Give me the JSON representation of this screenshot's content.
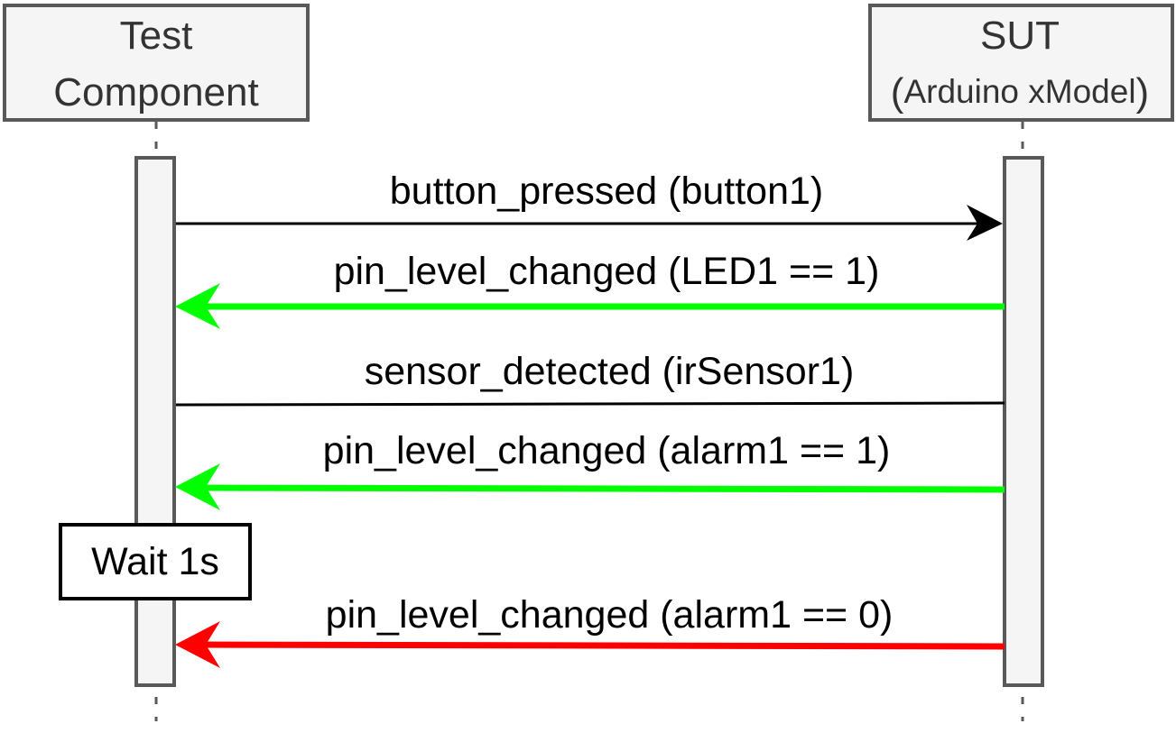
{
  "participants": {
    "left": {
      "line1": "Test",
      "line2": "Component"
    },
    "right": {
      "line1": "SUT",
      "line2_paren_open": "(",
      "line2": "Arduino xModel",
      "line2_paren_close": ")"
    }
  },
  "messages": [
    {
      "label": "button_pressed (button1)",
      "direction": "right",
      "color": "#000000"
    },
    {
      "label": "pin_level_changed (LED1 == 1)",
      "direction": "left",
      "color": "#00ff00"
    },
    {
      "label": "sensor_detected (irSensor1)",
      "direction": "none",
      "color": "#000000"
    },
    {
      "label": "pin_level_changed (alarm1 == 1)",
      "direction": "left",
      "color": "#00ff00"
    },
    {
      "label": "pin_level_changed (alarm1 == 0)",
      "direction": "left",
      "color": "#ff0000"
    }
  ],
  "note": {
    "label": "Wait 1s"
  },
  "colors": {
    "participant_border": "#595959",
    "participant_fill": "#f5f5f5",
    "lifeline": "#595959",
    "arrow_black": "#000000",
    "arrow_green": "#00ff00",
    "arrow_red": "#ff0000"
  }
}
